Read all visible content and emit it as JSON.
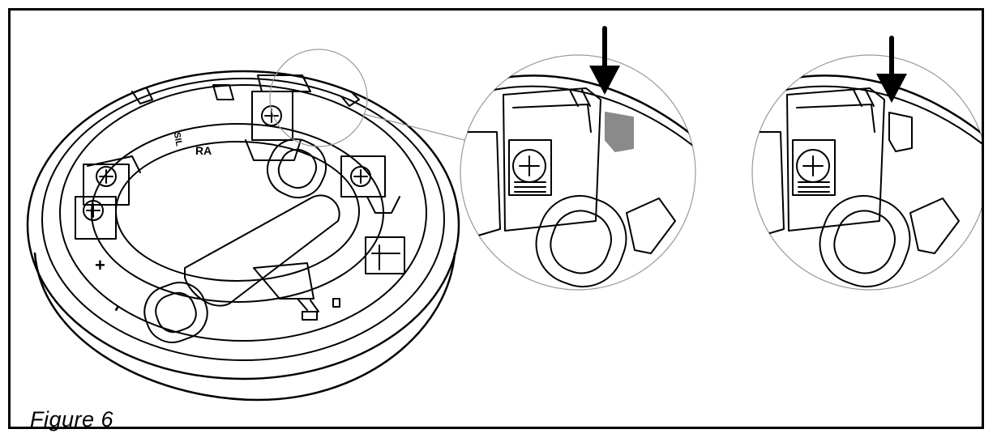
{
  "figure": {
    "caption": "Figure 6",
    "labels": {
      "terminal_ra": "RA",
      "terminal_sil": "SIL",
      "terminal_plus": "+",
      "terminal_minus": "-"
    },
    "colors": {
      "line": "#000000",
      "background": "#ffffff",
      "highlight_tab": "#8a8a8a",
      "detail_circle": "#9a9a9a"
    },
    "icons": [
      "arrow-down-icon",
      "screw-icon"
    ]
  }
}
